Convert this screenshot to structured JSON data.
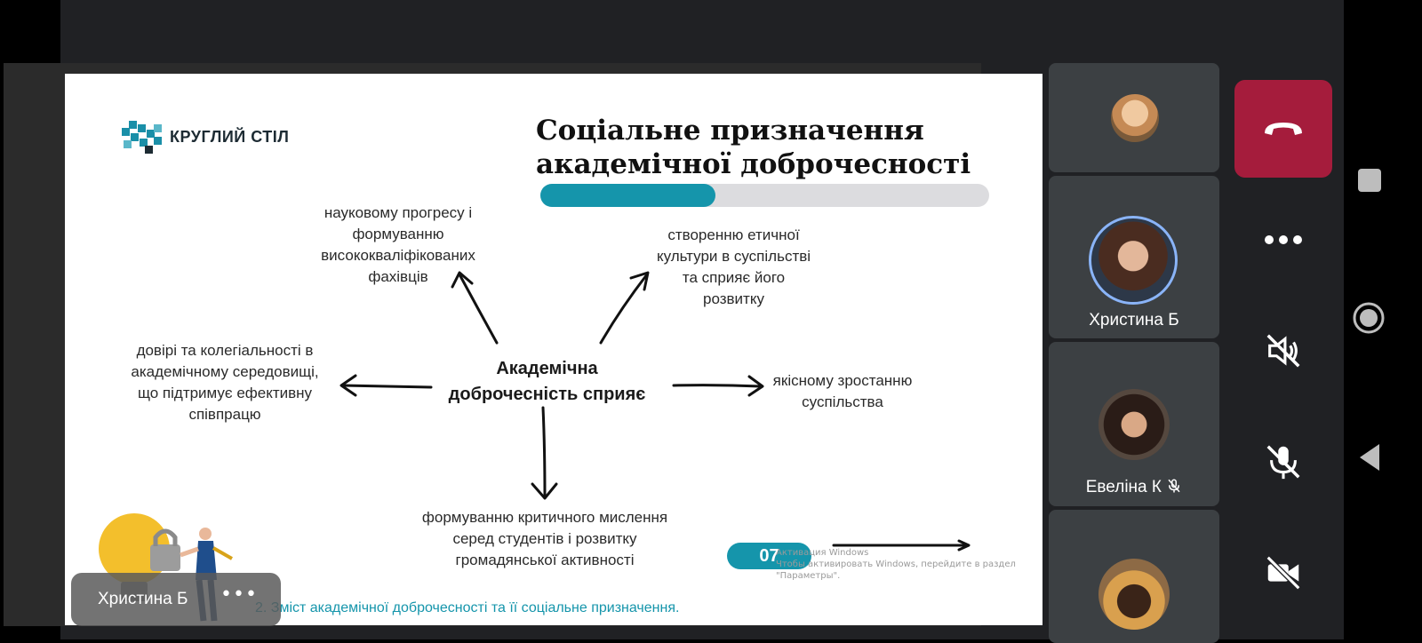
{
  "slide": {
    "logo_text": "КРУГЛИЙ СТІЛ",
    "title_line1": "Соціальне призначення",
    "title_line2": "академічної доброчесності",
    "progress_fraction": 0.39,
    "center_text": "Академічна\nдоброчесність сприяє",
    "top_left_text": "науковому прогресу і\nформуванню\nвисококваліфікованих\nфахівців",
    "top_right_text": "створенню етичної\nкультури в суспільстві\nта сприяє його\nрозвитку",
    "left_text": "довірі та колегіальності в\nакадемічному середовищі,\nщо підтримує ефективну\nспівпрацю",
    "right_text": "якісному зростанню\nсуспільства",
    "bottom_text": "формуванню критичного мислення\nсеред студентів і розвитку\nгромадянської активності",
    "page_number": "07",
    "watermark_text": "Активация Windows\nЧтобы активировать Windows, перейдите в раздел \"Параметры\".",
    "caption": "2. Зміст академічної доброчесності та її соціальне призначення.",
    "accent_color": "#1595ab"
  },
  "presenter_chip": {
    "name": "Христина Б",
    "more_label": "•••"
  },
  "participants": [
    {
      "name": ""
    },
    {
      "name": "Христина Б"
    },
    {
      "name": "Евеліна К"
    },
    {
      "name": ""
    }
  ],
  "controls": {
    "hangup_color": "#a51c3c",
    "items": [
      "hangup-icon",
      "more-icon",
      "speaker-off-icon",
      "mic-off-icon",
      "camera-off-icon"
    ]
  }
}
